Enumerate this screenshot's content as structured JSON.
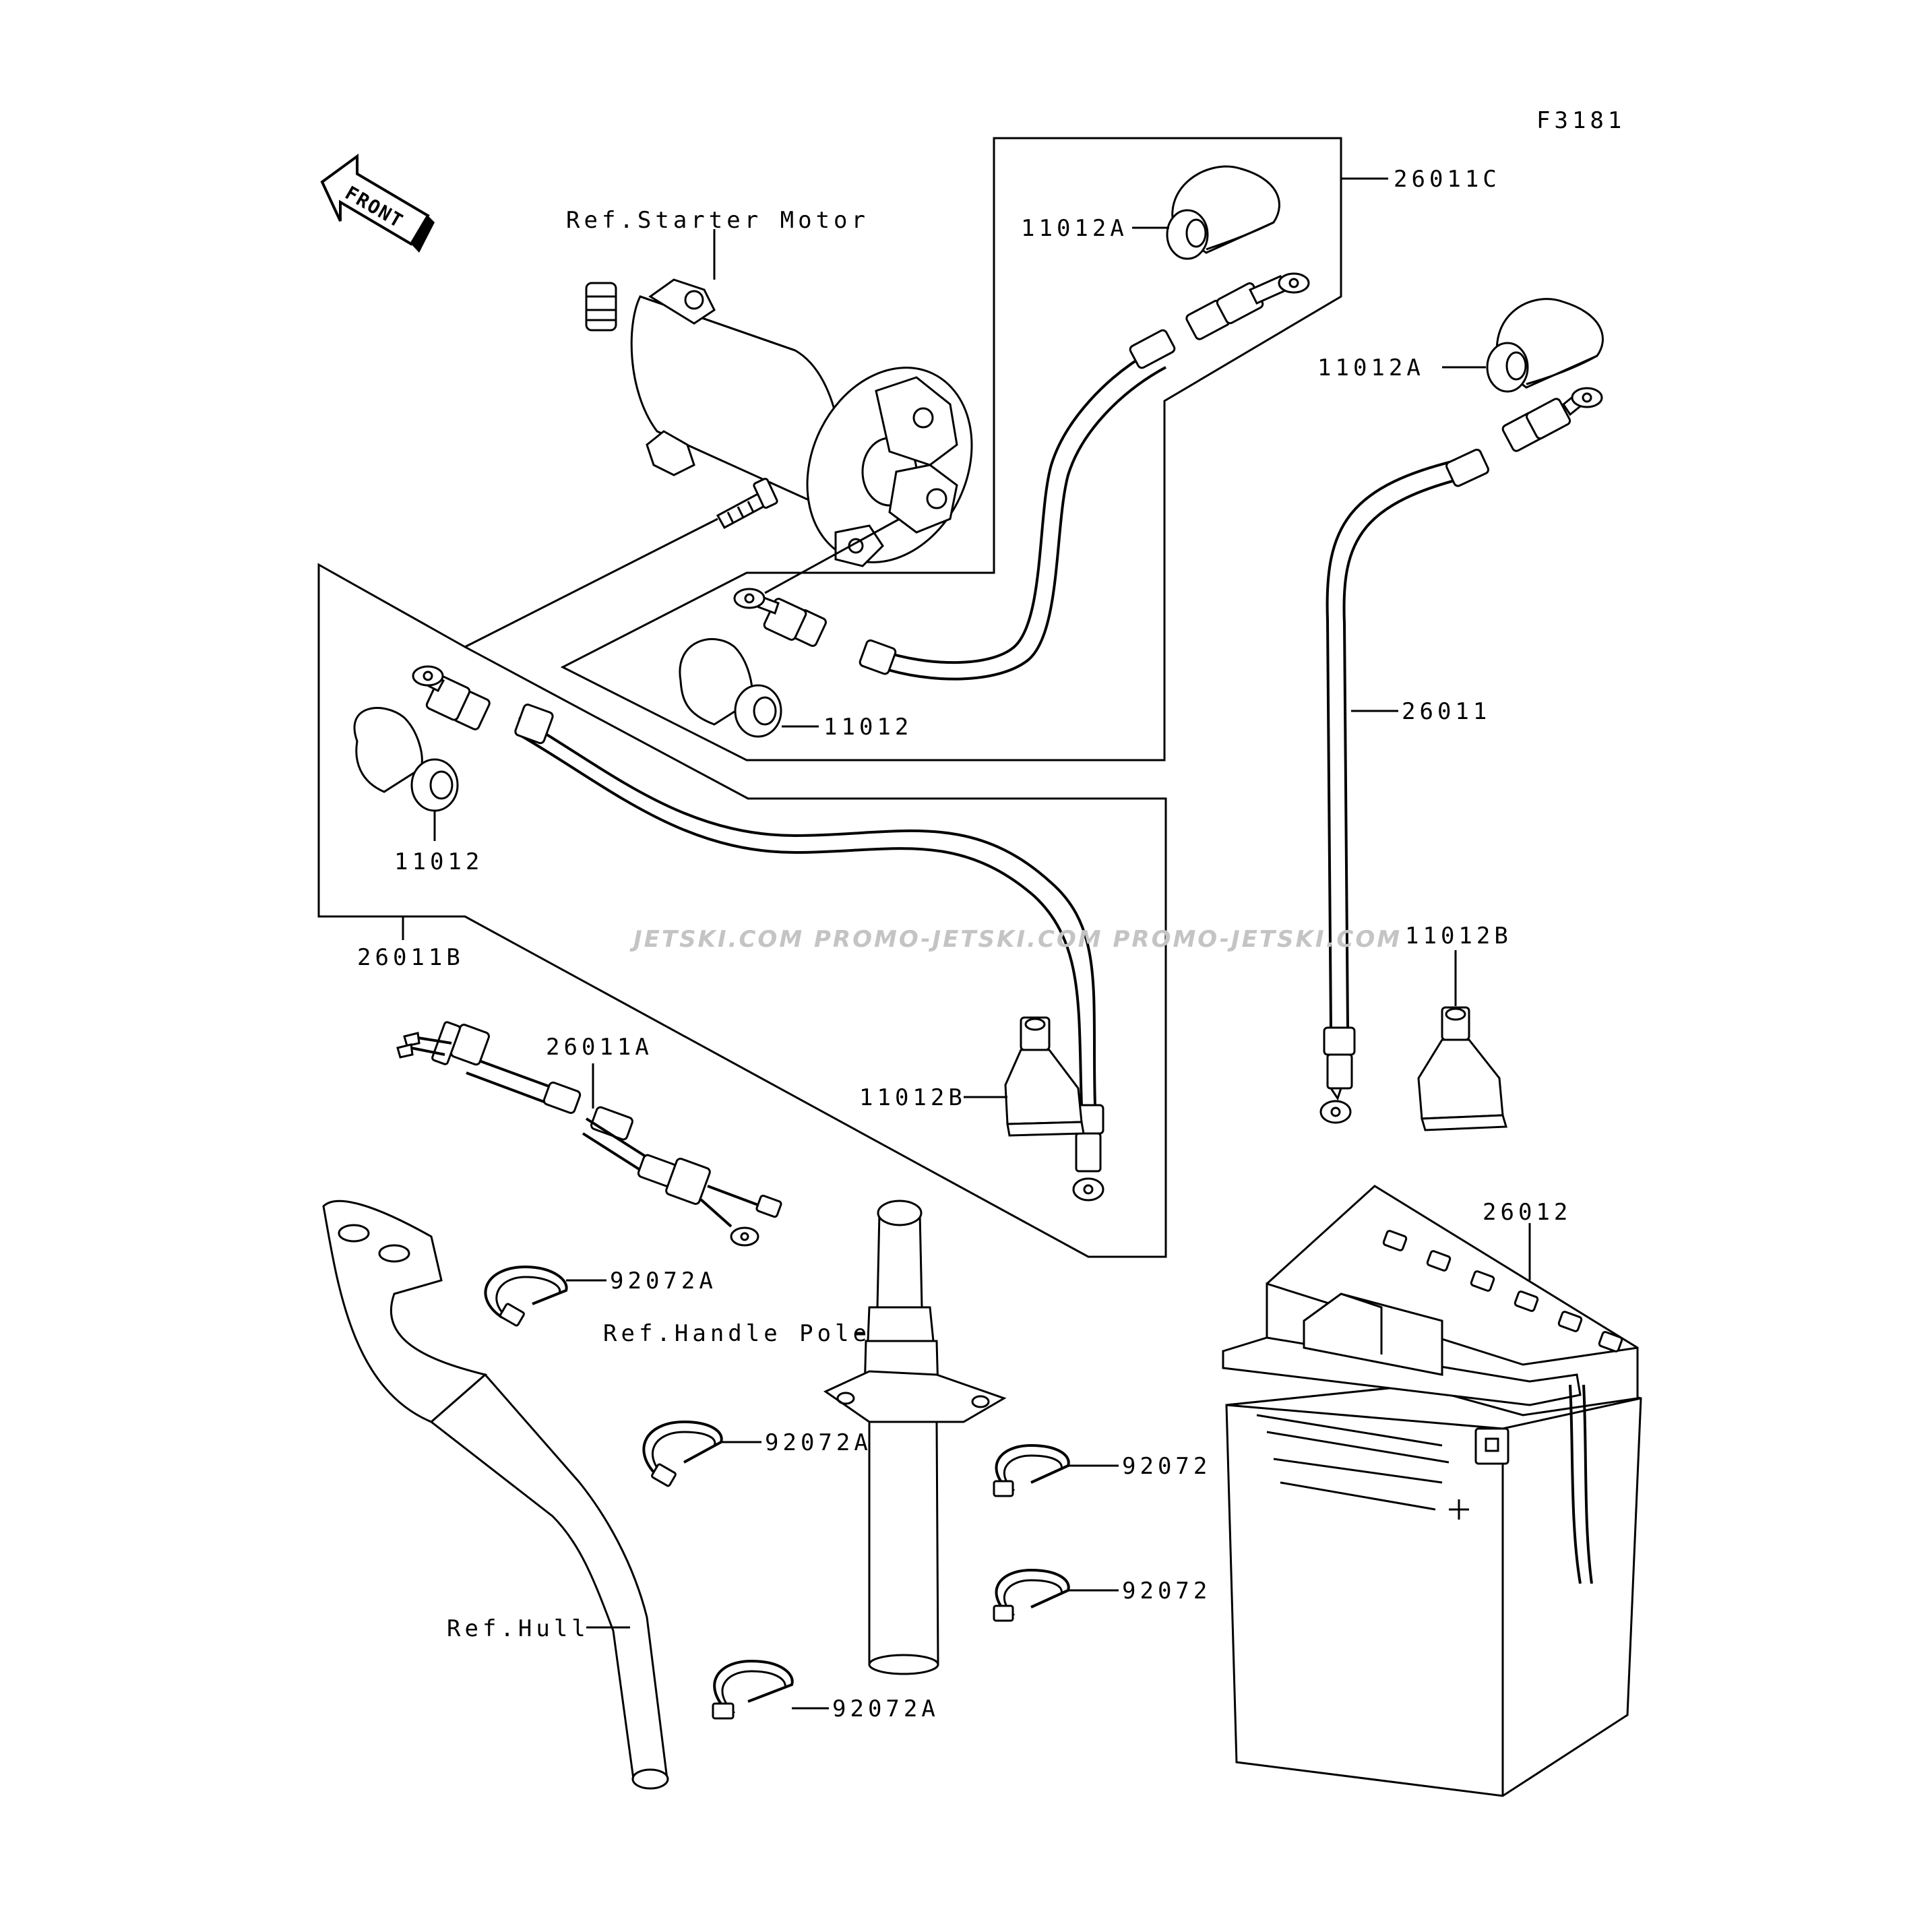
{
  "figure_code": "F3181",
  "front_arrow": {
    "label": "FRONT",
    "icon": "front-arrow-icon"
  },
  "labels": {
    "starter_motor": "Ref.Starter Motor",
    "cable_c": "26011C",
    "cap_a_top": "11012A",
    "cap_a_right": "11012A",
    "cap_mid": "11012",
    "cable_main": "26011",
    "cap_left": "11012",
    "cable_b": "26011B",
    "boot_right": "11012B",
    "harness": "26011A",
    "boot_mid": "11012B",
    "battery": "26012",
    "clamp_a1": "92072A",
    "handle_pole": "Ref.Handle Pole",
    "clamp_a2": "92072A",
    "clamp_1": "92072",
    "clamp_2": "92072",
    "hull": "Ref.Hull",
    "clamp_a3": "92072A"
  },
  "watermark": "JETSKI.COM   PROMO-JETSKI.COM   PROMO-JETSKI.COM"
}
